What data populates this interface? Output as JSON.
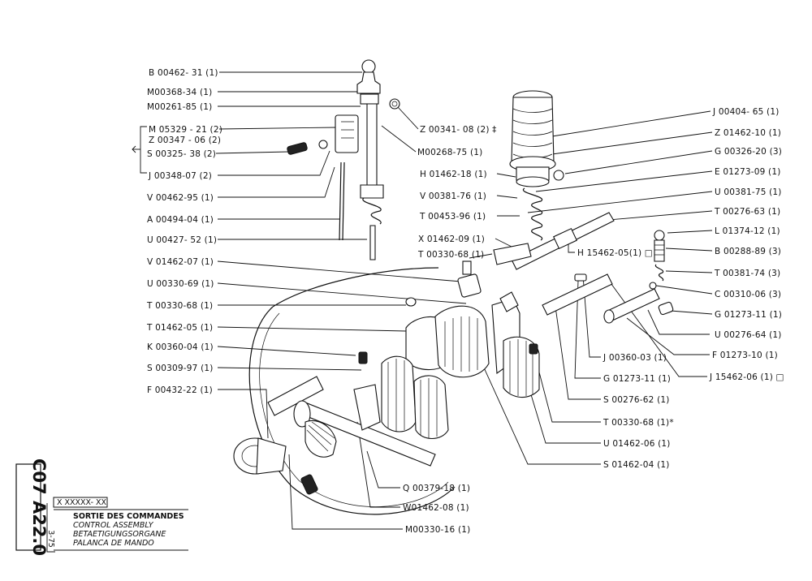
{
  "labels": {
    "l01": "B 00462- 31 (1)",
    "l02": "M00368-34 (1)",
    "l03": "M00261-85 (1)",
    "l04": "M 05329 - 21 (2)",
    "l05": "Z 00347 - 06 (2)",
    "l06": "S 00325- 38 (2)",
    "l07": "J 00348-07 (2)",
    "l08": "V 00462-95 (1)",
    "l09": "A 00494-04 (1)",
    "l10": "U 00427- 52 (1)",
    "l11": "V 01462-07 (1)",
    "l12": "U 00330-69 (1)",
    "l13": "T 00330-68 (1)",
    "l14": "T 01462-05 (1)",
    "l15": "K 00360-04 (1)",
    "l16": "S 00309-97 (1)",
    "l17": "F 00432-22 (1)",
    "l18": "Z 00341- 08 (2) ‡",
    "l19": "M00268-75 (1)",
    "l20": "H 01462-18 (1)",
    "l21": "V 00381-76 (1)",
    "l22": "T 00453-96 (1)",
    "l23": "X 01462-09 (1)",
    "l24": "T 00330-68 (1)",
    "l25": "H 15462-05(1) □",
    "r01": "J 00404- 65 (1)",
    "r02": "Z 01462-10 (1)",
    "r03": "G 00326-20 (3)",
    "r04": "E 01273-09 (1)",
    "r05": "U 00381-75 (1)",
    "r06": "T 00276-63 (1)",
    "r07": "L 01374-12 (1)",
    "r08": "B 00288-89 (3)",
    "r09": "T 00381-74 (3)",
    "r10": "C 00310-06 (3)",
    "r11": "G 01273-11 (1)",
    "r12": "U 00276-64 (1)",
    "r13": "F 01273-10 (1)",
    "r14": "J 15462-06 (1) □",
    "b01": "J 00360-03 (1)",
    "b02": "G 01273-11 (1)",
    "b03": "S 00276-62 (1)",
    "b04": "T 00330-68 (1)*",
    "b05": "U 01462-06 (1)",
    "b06": "S 01462-04 (1)",
    "b07": "Q 00379-18 (1)",
    "b08": "W01462-08 (1)",
    "b09": "M00330-16 (1)"
  },
  "title_block": {
    "ref_code": "X XXXXX- XX",
    "line_fr": "SORTIE DES COMMANDES",
    "line_en": "CONTROL ASSEMBLY",
    "line_de": "BETAETIGUNGSORGANE",
    "line_es": "PALANCA DE MANDO",
    "date": "3-75",
    "sheet_code": "C07 A22.0"
  }
}
